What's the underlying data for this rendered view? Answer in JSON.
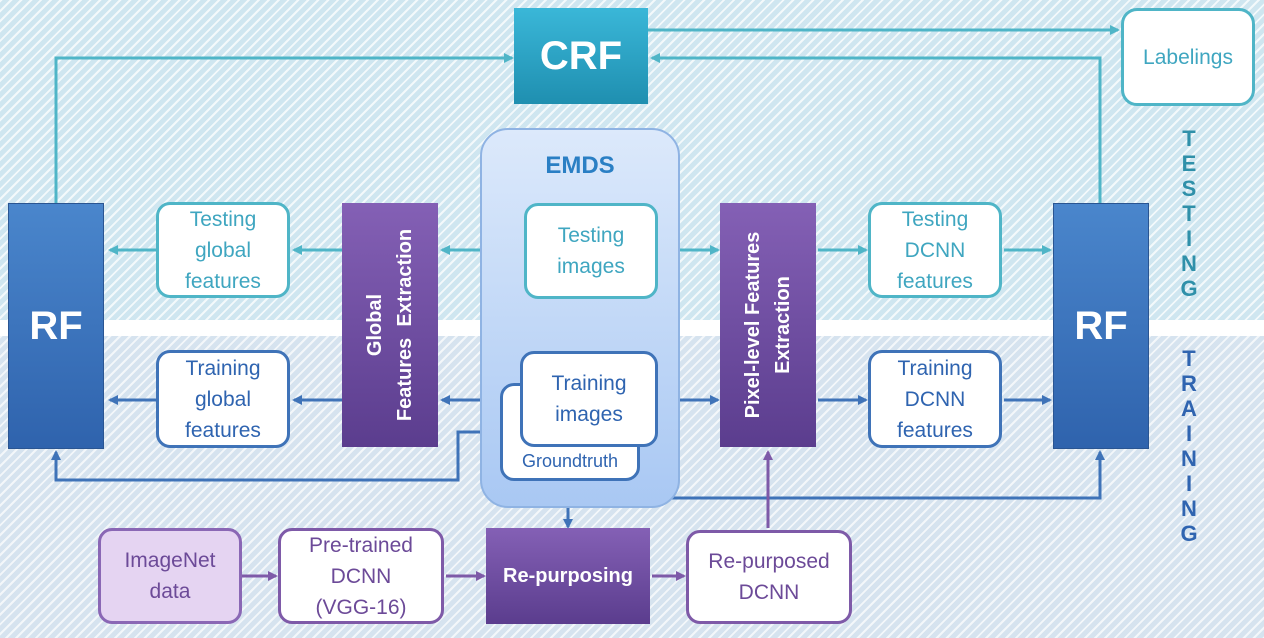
{
  "sections": {
    "testing": "TESTING",
    "training": "TRAINING"
  },
  "crf": "CRF",
  "labelings": "Labelings",
  "emds": "EMDS",
  "rf_left": "RF",
  "rf_right": "RF",
  "testing_global_features": [
    "Testing",
    "global",
    "features"
  ],
  "training_global_features": [
    "Training",
    "global",
    "features"
  ],
  "global_features_extraction": [
    "Global",
    "Features  Extraction"
  ],
  "testing_images": [
    "Testing",
    "images"
  ],
  "training_images": [
    "Training",
    "images"
  ],
  "groundtruth": "Groundtruth",
  "pixel_features_extraction": [
    "Pixel-level Features",
    "Extraction"
  ],
  "testing_dcnn_features": [
    "Testing",
    "DCNN",
    "features"
  ],
  "training_dcnn_features": [
    "Training",
    "DCNN",
    "features"
  ],
  "imagenet_data": [
    "ImageNet",
    "data"
  ],
  "pretrained_dcnn": [
    "Pre-trained",
    "DCNN",
    "(VGG-16)"
  ],
  "repurposing": "Re-purposing",
  "repurposed_dcnn": [
    "Re-purposed",
    "DCNN"
  ],
  "colors": {
    "teal": "#4fb5c7",
    "blue": "#3f73b8",
    "purple": "#7e5aa8"
  }
}
